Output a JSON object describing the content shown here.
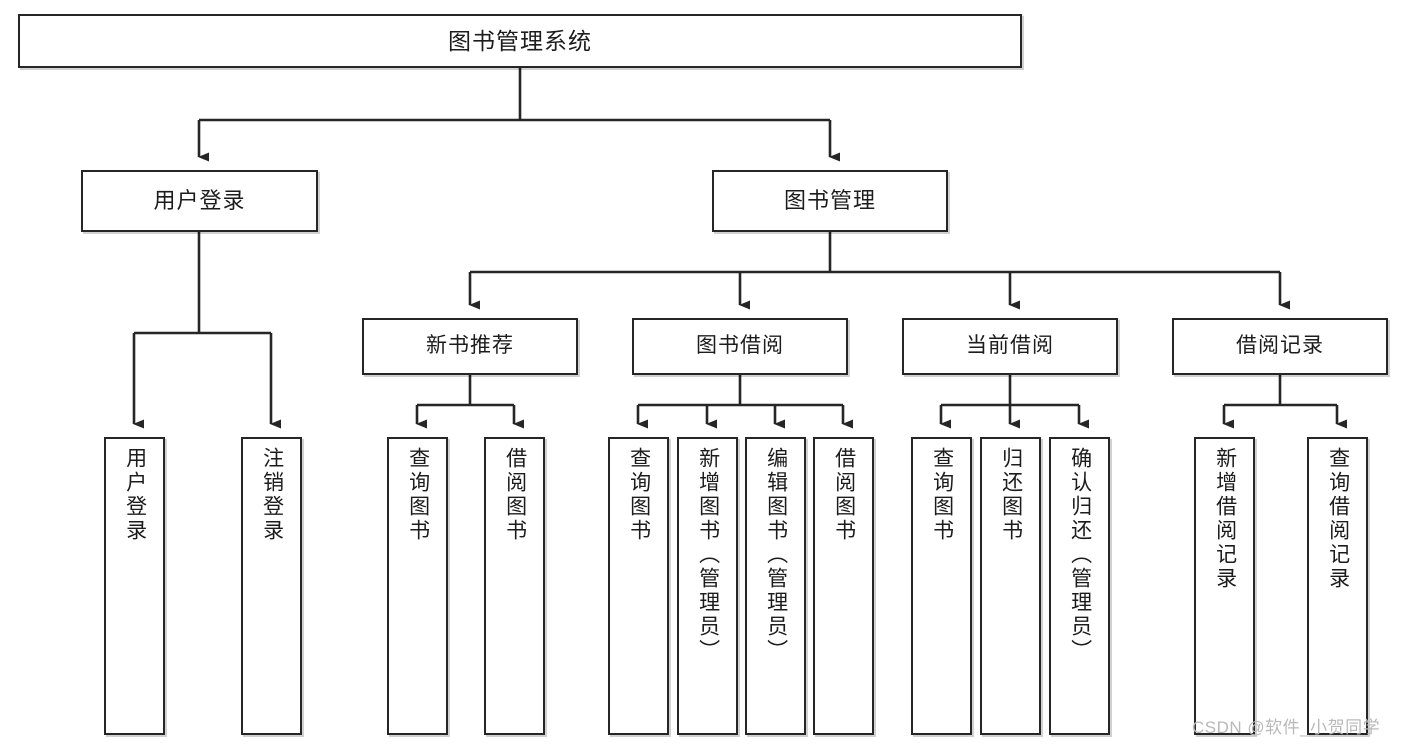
{
  "diagram": {
    "kind": "tree-hierarchy-chart",
    "title": "图书管理系统",
    "colors": {
      "box_border": "#262626",
      "box_fill": "#ffffff",
      "connector": "#262626",
      "text": "#1c1c1c",
      "watermark": "#b9b9b9",
      "background": "#ffffff"
    },
    "root": {
      "label": "图书管理系统"
    },
    "level2": [
      {
        "label": "用户登录"
      },
      {
        "label": "图书管理"
      }
    ],
    "level3": [
      {
        "label": "新书推荐"
      },
      {
        "label": "图书借阅"
      },
      {
        "label": "当前借阅"
      },
      {
        "label": "借阅记录"
      }
    ],
    "leaves": {
      "user_login": [
        {
          "label": "用户登录"
        },
        {
          "label": "注销登录"
        }
      ],
      "new_book_recommend": [
        {
          "label": "查询图书"
        },
        {
          "label": "借阅图书"
        }
      ],
      "book_borrow": [
        {
          "label": "查询图书"
        },
        {
          "label": "新增图书（管理员）"
        },
        {
          "label": "编辑图书（管理员）"
        },
        {
          "label": "借阅图书"
        }
      ],
      "current_borrow": [
        {
          "label": "查询图书"
        },
        {
          "label": "归还图书"
        },
        {
          "label": "确认归还（管理员）"
        }
      ],
      "borrow_record": [
        {
          "label": "新增借阅记录"
        },
        {
          "label": "查询借阅记录"
        }
      ]
    }
  },
  "watermark": {
    "text": "CSDN @软件_小贺同学"
  }
}
